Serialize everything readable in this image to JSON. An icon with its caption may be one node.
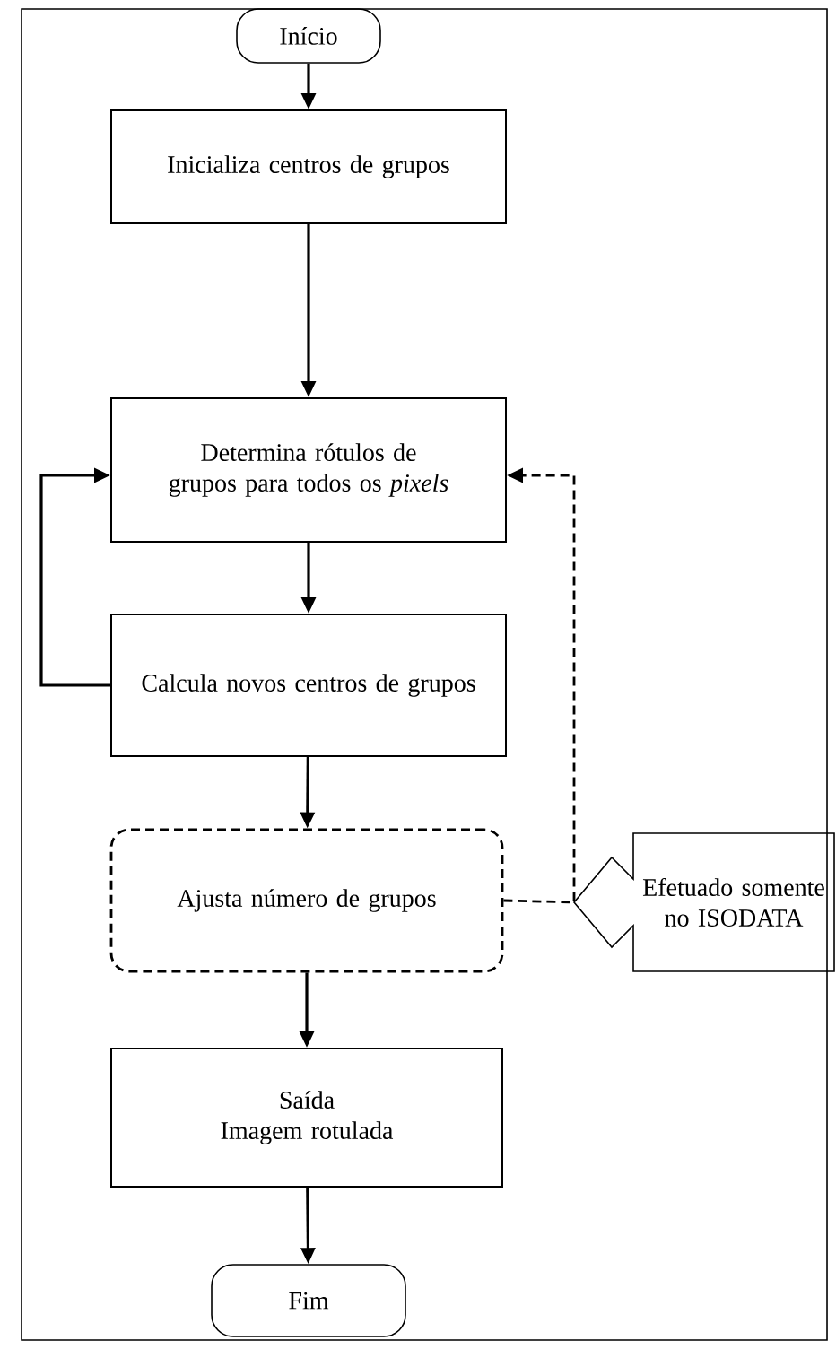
{
  "diagram": {
    "nodes": [
      {
        "text": [
          "Início"
        ]
      },
      {
        "text": [
          "Inicializa centros de grupos"
        ]
      },
      {
        "text": [
          "Determina rótulos de grupos para todos os *pixels*"
        ]
      },
      {
        "text": [
          "Calcula novos centros de grupos"
        ]
      },
      {
        "text": [
          "Ajusta número de grupos"
        ]
      },
      {
        "text": [
          "Saída",
          "Imagem rotulada"
        ]
      },
      {
        "text": [
          "Fim"
        ]
      },
      {
        "text": [
          "Efetuado somente no ISODATA"
        ]
      }
    ],
    "edges": [
      {
        "from": 0,
        "to": 1,
        "arrow": "to"
      },
      {
        "from": 1,
        "to": 2,
        "arrow": "to"
      },
      {
        "from": 2,
        "to": 3,
        "arrow": "to"
      },
      {
        "from": 3,
        "to": 4,
        "arrow": "to"
      },
      {
        "from": 4,
        "to": 5,
        "arrow": "to"
      },
      {
        "from": 5,
        "to": 6,
        "arrow": "to"
      },
      {
        "from": 3,
        "to": 2,
        "arrow": "to"
      },
      {
        "from": 4,
        "to": 2,
        "arrow": "to",
        "style": "dashed"
      }
    ]
  }
}
